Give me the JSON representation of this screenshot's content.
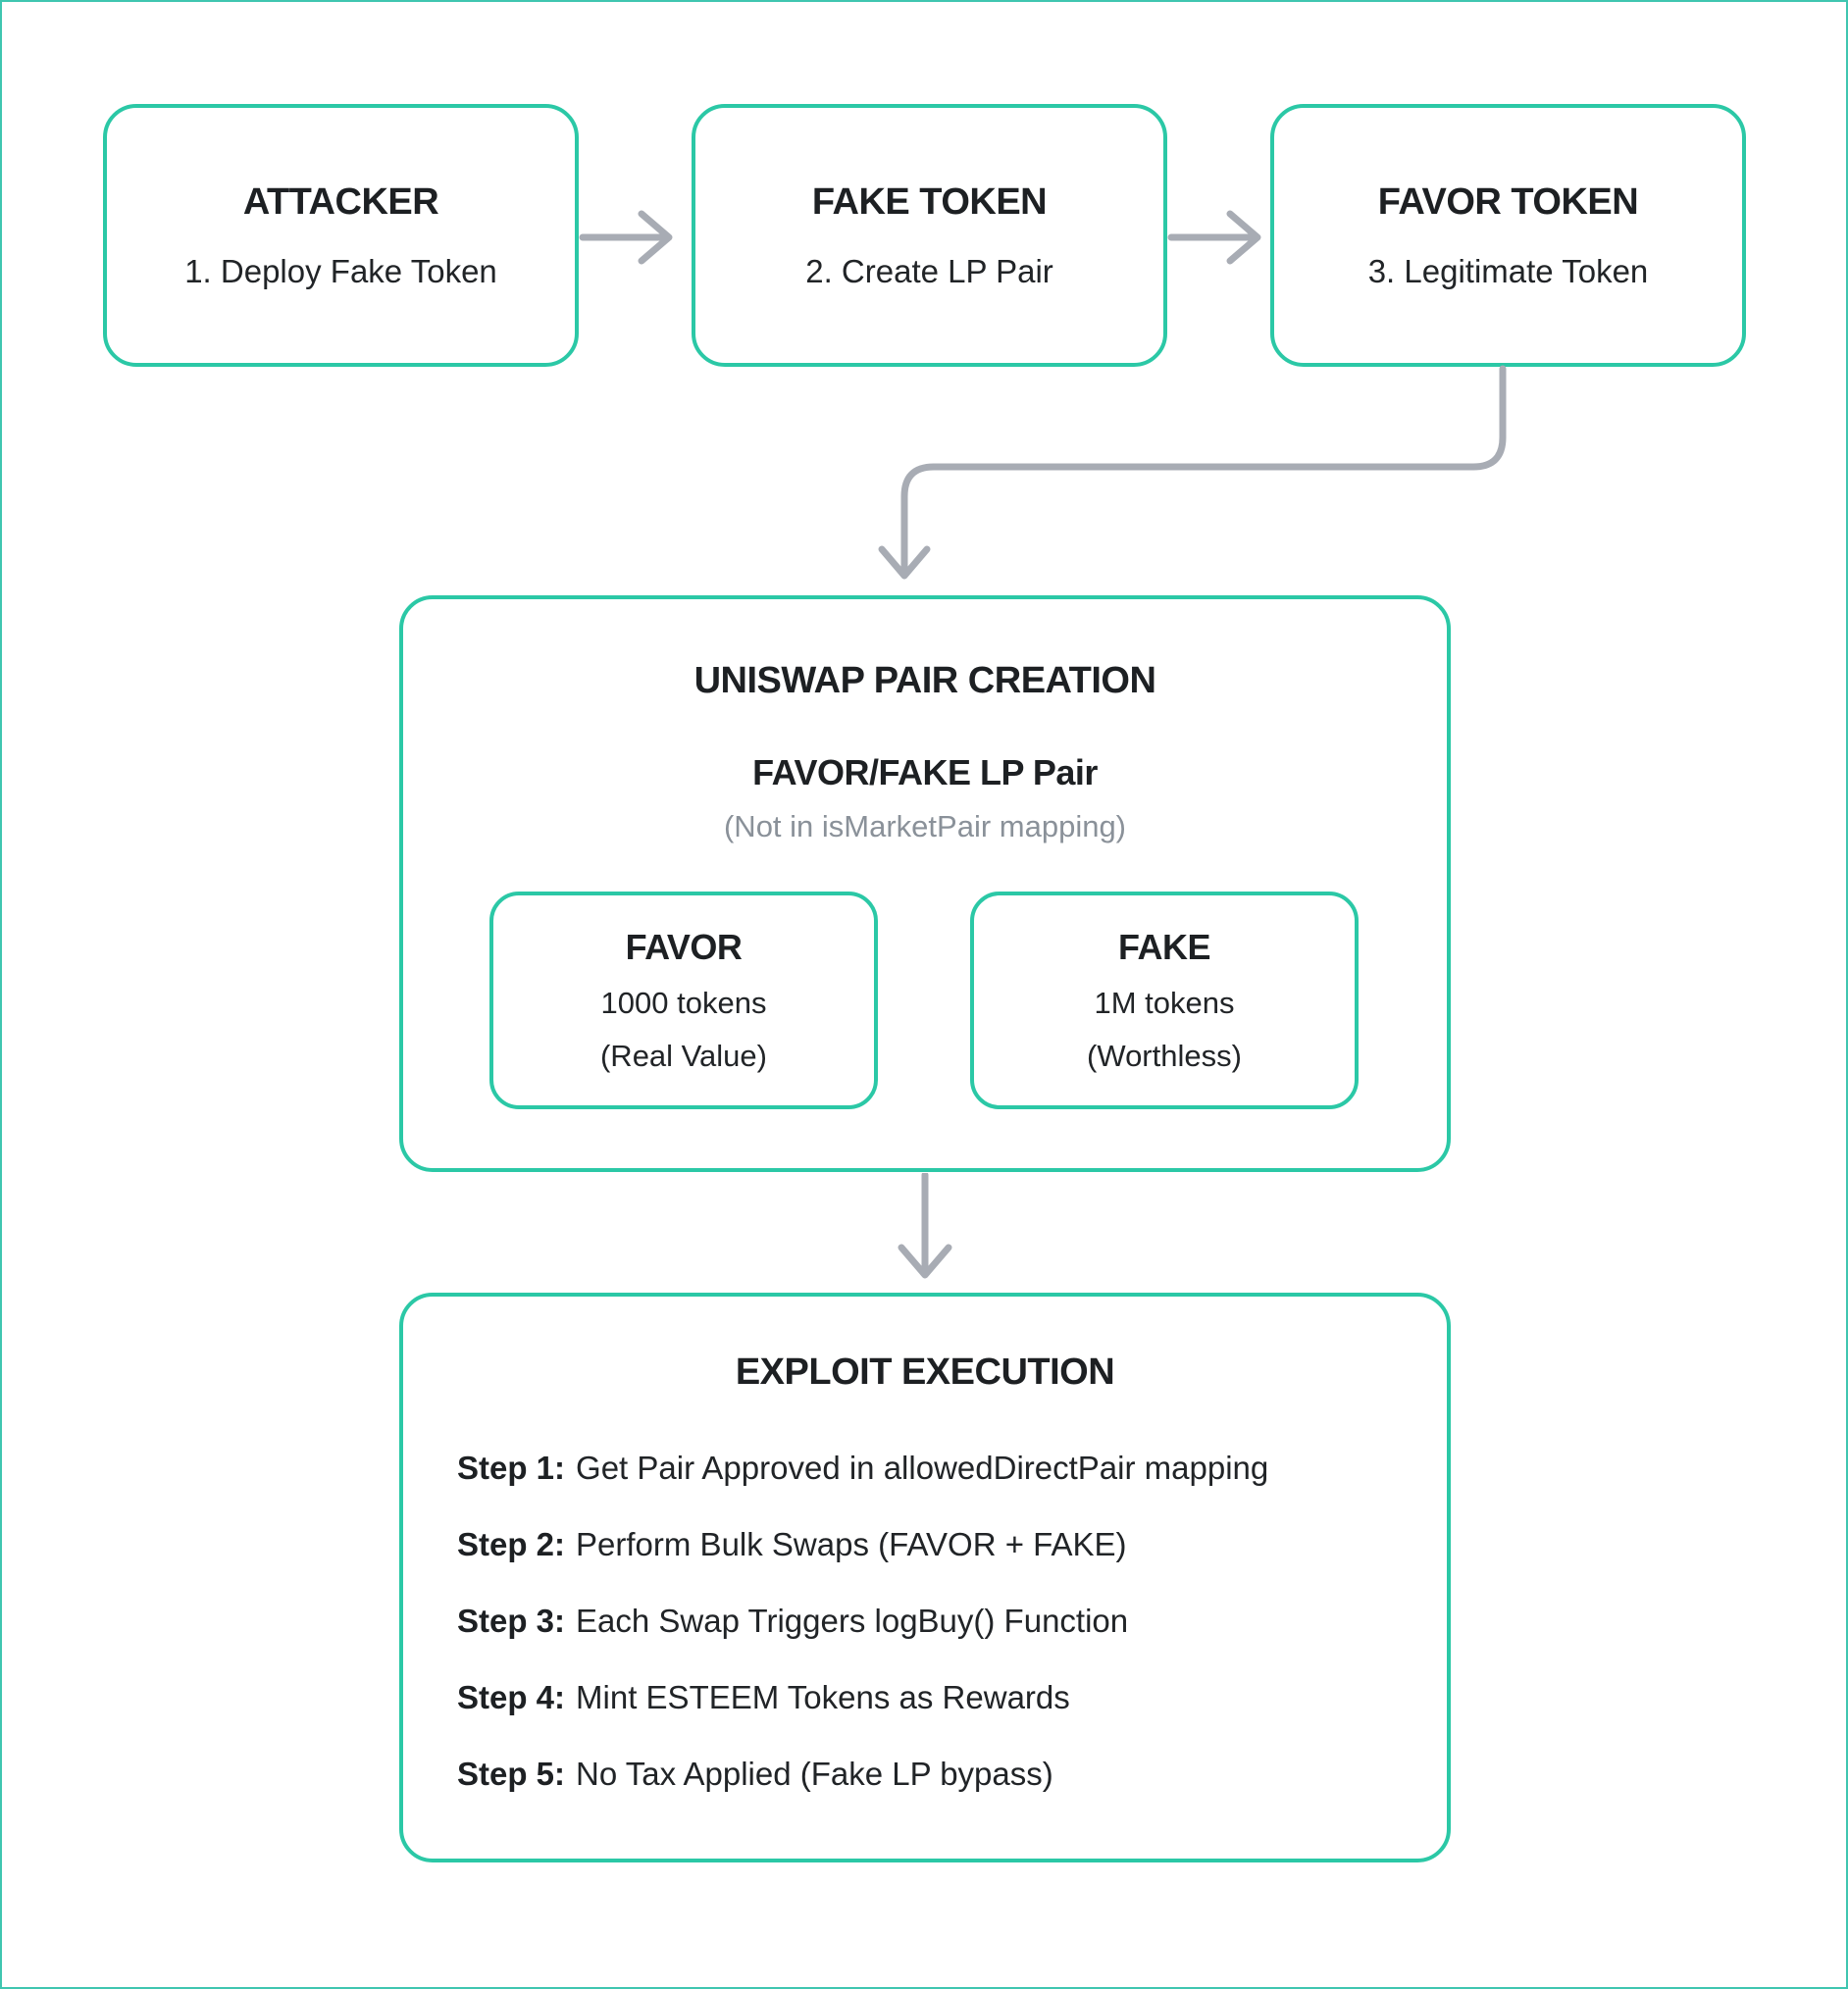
{
  "colors": {
    "node_border_teal": "#2bc8a6",
    "outer_frame_teal": "#3fc6b0",
    "connector_gray": "#a8acb4",
    "text_dark": "#1d2023",
    "text_muted": "#8a9199"
  },
  "top_row": [
    {
      "title": "ATTACKER",
      "subtitle": "1. Deploy Fake Token"
    },
    {
      "title": "FAKE TOKEN",
      "subtitle": "2. Create LP Pair"
    },
    {
      "title": "FAVOR TOKEN",
      "subtitle": "3. Legitimate Token"
    }
  ],
  "uniswap": {
    "title": "UNISWAP PAIR CREATION",
    "pair_title": "FAVOR/FAKE LP Pair",
    "pair_note": "(Not in isMarketPair mapping)",
    "tokens": [
      {
        "title": "FAVOR",
        "line1": "1000 tokens",
        "line2": "(Real Value)"
      },
      {
        "title": "FAKE",
        "line1": "1M tokens",
        "line2": "(Worthless)"
      }
    ]
  },
  "exploit": {
    "title": "EXPLOIT EXECUTION",
    "steps": [
      {
        "label": "Step 1:",
        "text": "Get Pair Approved in allowedDirectPair mapping"
      },
      {
        "label": "Step 2:",
        "text": "Perform Bulk Swaps (FAVOR + FAKE)"
      },
      {
        "label": "Step 3:",
        "text": "Each Swap Triggers logBuy() Function"
      },
      {
        "label": "Step 4:",
        "text": "Mint ESTEEM Tokens as Rewards"
      },
      {
        "label": "Step 5:",
        "text": "No Tax Applied (Fake LP bypass)"
      }
    ]
  }
}
